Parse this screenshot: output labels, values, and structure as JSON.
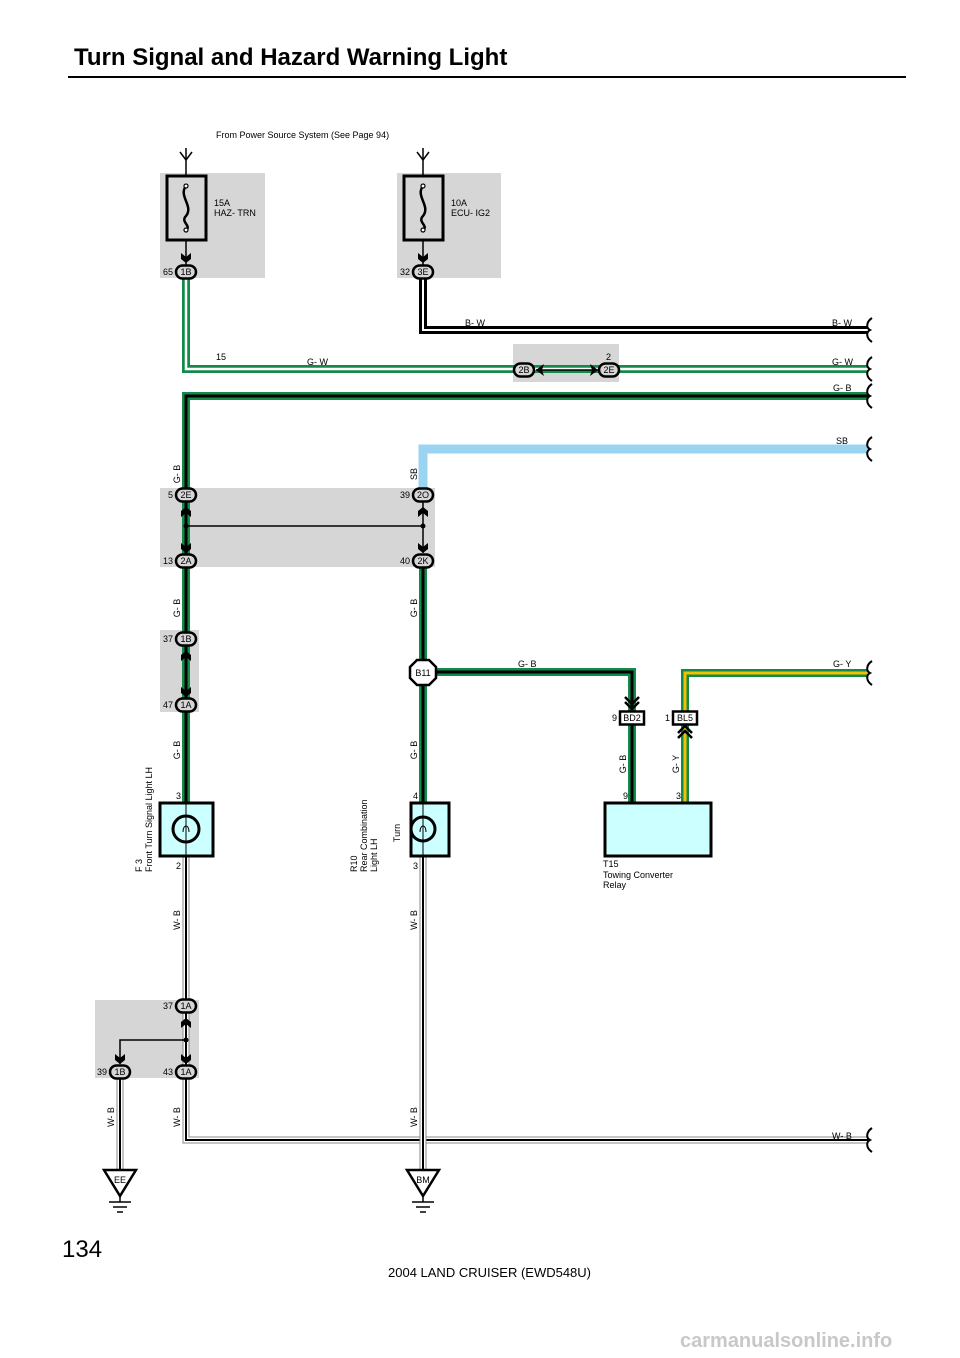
{
  "title": "Turn Signal and Hazard Warning Light",
  "source_label": "From Power Source System (See Page 94)",
  "fuses": [
    {
      "amp": "15A",
      "name": "HAZ- TRN",
      "pin": "65",
      "connector": "1B"
    },
    {
      "amp": "10A",
      "name": "ECU- IG2",
      "pin": "32",
      "connector": "3E"
    }
  ],
  "wires": {
    "bw": "B- W",
    "gw": "G- W",
    "gb": "G- B",
    "sb": "SB",
    "gy": "G- Y",
    "wb": "W- B"
  },
  "junctions": {
    "j2b": {
      "pin": "15",
      "connector": "2B"
    },
    "j2e_top": {
      "pin": "2",
      "connector": "2E"
    },
    "j2e": {
      "pin": "5",
      "connector": "2E"
    },
    "j2a": {
      "pin": "13",
      "connector": "2A"
    },
    "j2o": {
      "pin": "39",
      "connector": "2O"
    },
    "j2k": {
      "pin": "40",
      "connector": "2K"
    },
    "j1b": {
      "pin": "37",
      "connector": "1B"
    },
    "j1a": {
      "pin": "47",
      "connector": "1A"
    },
    "j1a_37": {
      "pin": "37",
      "connector": "1A"
    },
    "j1a_43": {
      "pin": "43",
      "connector": "1A"
    },
    "j1b_39": {
      "pin": "39",
      "connector": "1B"
    },
    "b11": "B11",
    "bd2": {
      "pin": "9",
      "connector": "BD2"
    },
    "bl5": {
      "pin": "1",
      "connector": "BL5"
    }
  },
  "components": {
    "f3": {
      "code": "F 3",
      "name": "Front Turn Signal Light LH",
      "pin_in": "3",
      "pin_out": "2"
    },
    "r10": {
      "code": "R10",
      "name1": "Rear  Combination",
      "name2": "Light LH",
      "inner": "Turn",
      "pin_in": "4",
      "pin_out": "3"
    },
    "t15": {
      "code": "T15",
      "name1": "Towing Converter",
      "name2": "Relay",
      "pin_a": "9",
      "pin_b": "3"
    }
  },
  "grounds": [
    "EE",
    "BM"
  ],
  "page_number": "134",
  "footer": "2004 LAND CRUISER (EWD548U)",
  "watermark": "carmanualsonline.info",
  "colors": {
    "green": "#138a4a",
    "sky_blue": "#9ad4f0",
    "yellow": "#f2c200",
    "box_grey": "#d6d6d6",
    "component_fill": "#ccffff"
  }
}
